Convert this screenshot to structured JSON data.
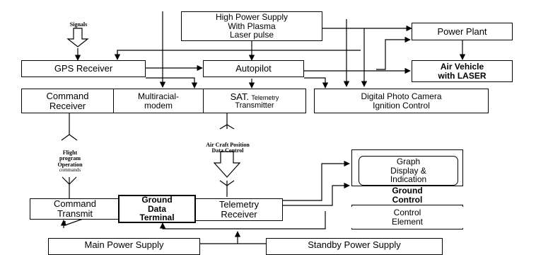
{
  "blocks": {
    "high_power": {
      "line1": "High Power Supply",
      "line2": "With Plasma",
      "line3": "Laser pulse"
    },
    "power_plant": "Power Plant",
    "gps_receiver": "GPS Receiver",
    "autopilot": "Autopilot",
    "air_vehicle": {
      "line1": "Air Vehicle",
      "line2": "with LASER"
    },
    "command_receiver": {
      "line1": "Command",
      "line2": "Receiver"
    },
    "multiracial_modem": {
      "line1": "Multiracial-",
      "line2": "modem"
    },
    "sat_telemetry": {
      "line1a": "SAT.",
      "line1b": "Telemetry",
      "line2": "Transmitter"
    },
    "digital_camera": {
      "line1": "Digital Photo Camera",
      "line2": "Ignition Control"
    },
    "graph_display": {
      "line1": "Graph",
      "line2": "Display &",
      "line3": "Indication"
    },
    "ground_control": {
      "line1": "Ground",
      "line2": "Control"
    },
    "control_element": {
      "line1": "Control",
      "line2": "Element"
    },
    "command_transmit": {
      "line1": "Command",
      "line2": "Transmit"
    },
    "ground_data_terminal": {
      "line1": "Ground",
      "line2": "Data",
      "line3": "Terminal"
    },
    "telemetry_receiver": {
      "line1": "Telemetry",
      "line2": "Receiver"
    },
    "main_power": "Main Power Supply",
    "standby_power": "Standby Power Supply"
  },
  "labels": {
    "signals": "Signals",
    "flight_program": {
      "line1": "Flight",
      "line2": "program",
      "line3": "Operation",
      "line4": "commands"
    },
    "aircraft_position": {
      "line1": "Air Craft Position",
      "line2": "Data Control"
    }
  }
}
